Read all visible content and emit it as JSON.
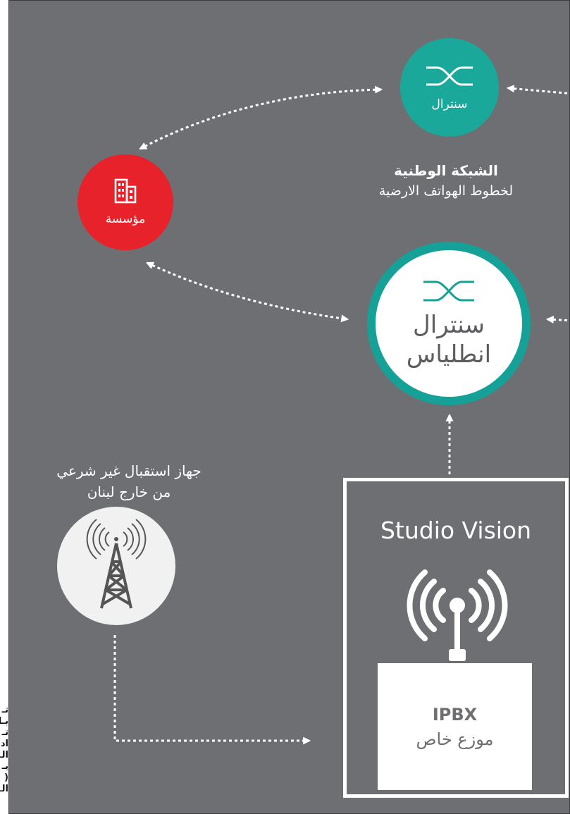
{
  "side_text_lines": [
    "تـ",
    "بـا",
    "تـ",
    "اد",
    "الـ",
    "يـ",
    "(",
    "الـ"
  ],
  "nodes": {
    "exchange_top": {
      "label": "سنترال",
      "color": "#1aa89b"
    },
    "enterprise": {
      "label": "مؤسسة",
      "color": "#e8222a"
    },
    "antelias": {
      "line1": "سنترال",
      "line2": "انطلياس",
      "ring_color": "#15a197"
    }
  },
  "network": {
    "title": "الشبكة الوطنية",
    "subtitle": "لخطوط الهواتف الارضية"
  },
  "illegal_receiver": {
    "line1": "جهاز استقبال غير شرعي",
    "line2": "من خارج لبنان"
  },
  "studio": {
    "title": "Studio Vision",
    "ipbx": "IPBX",
    "ipbx_sub": "موزع خاص"
  },
  "colors": {
    "background": "#6e6f72",
    "line": "#ffffff"
  }
}
